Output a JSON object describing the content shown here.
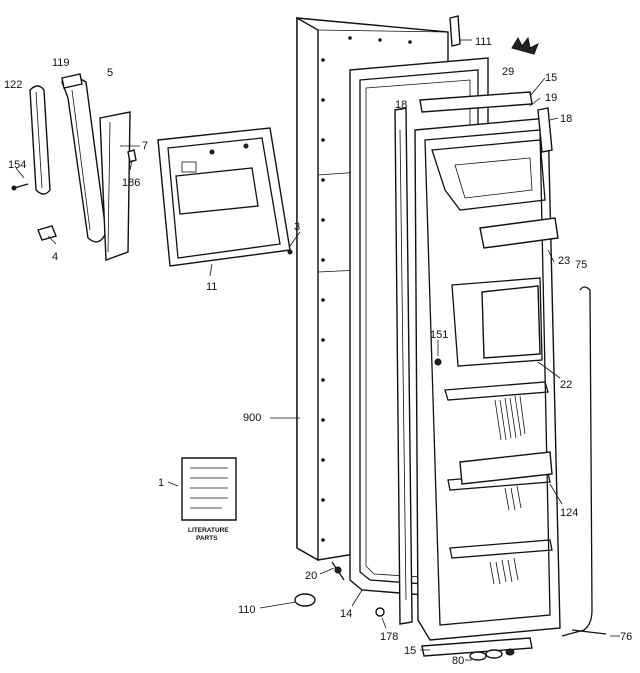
{
  "parts": [
    {
      "id": "p111",
      "label": "111"
    },
    {
      "id": "p29",
      "label": "29"
    },
    {
      "id": "p119",
      "label": "119"
    },
    {
      "id": "p5",
      "label": "5"
    },
    {
      "id": "p122",
      "label": "122"
    },
    {
      "id": "p15t",
      "label": "15"
    },
    {
      "id": "p19",
      "label": "19"
    },
    {
      "id": "p18a",
      "label": "18"
    },
    {
      "id": "p18b",
      "label": "18"
    },
    {
      "id": "p7",
      "label": "7"
    },
    {
      "id": "p154",
      "label": "154"
    },
    {
      "id": "p186",
      "label": "186"
    },
    {
      "id": "p3",
      "label": "3"
    },
    {
      "id": "p4",
      "label": "4"
    },
    {
      "id": "p11",
      "label": "11"
    },
    {
      "id": "p23",
      "label": "23"
    },
    {
      "id": "p75",
      "label": "75"
    },
    {
      "id": "p151",
      "label": "151"
    },
    {
      "id": "p22",
      "label": "22"
    },
    {
      "id": "p900",
      "label": "900"
    },
    {
      "id": "p1",
      "label": "1"
    },
    {
      "id": "p124",
      "label": "124"
    },
    {
      "id": "p20",
      "label": "20"
    },
    {
      "id": "p110",
      "label": "110"
    },
    {
      "id": "p14",
      "label": "14"
    },
    {
      "id": "p178",
      "label": "178"
    },
    {
      "id": "p76",
      "label": "76"
    },
    {
      "id": "p15b",
      "label": "15"
    },
    {
      "id": "p80",
      "label": "80"
    }
  ],
  "literature": {
    "caption_line1": "LITERATURE",
    "caption_line2": "PARTS"
  }
}
